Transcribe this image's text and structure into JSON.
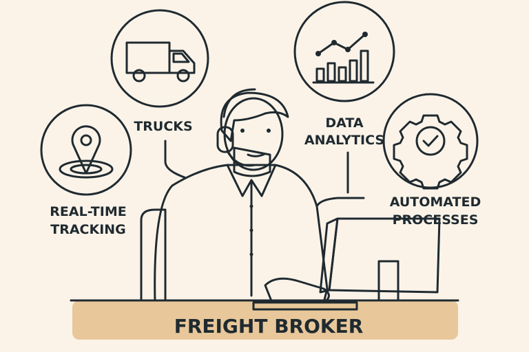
{
  "title": "FREIGHT BROKER",
  "icons": {
    "trucks": {
      "label": "TRUCKS"
    },
    "analytics": {
      "label_line1": "DATA",
      "label_line2": "ANALYTICS"
    },
    "tracking": {
      "label_line1": "REAL-TIME",
      "label_line2": "TRACKING"
    },
    "automation": {
      "label_line1": "AUTOMATED",
      "label_line2": "PROCESSES"
    }
  },
  "colors": {
    "background": "#fbf3e8",
    "desk": "#e8c79a",
    "shirt": "#5b86b5",
    "icon_fill": "#a9c6dc",
    "skin": "#f2c29c",
    "monitor": "#a9a9a9",
    "ink": "#1f2a30"
  }
}
